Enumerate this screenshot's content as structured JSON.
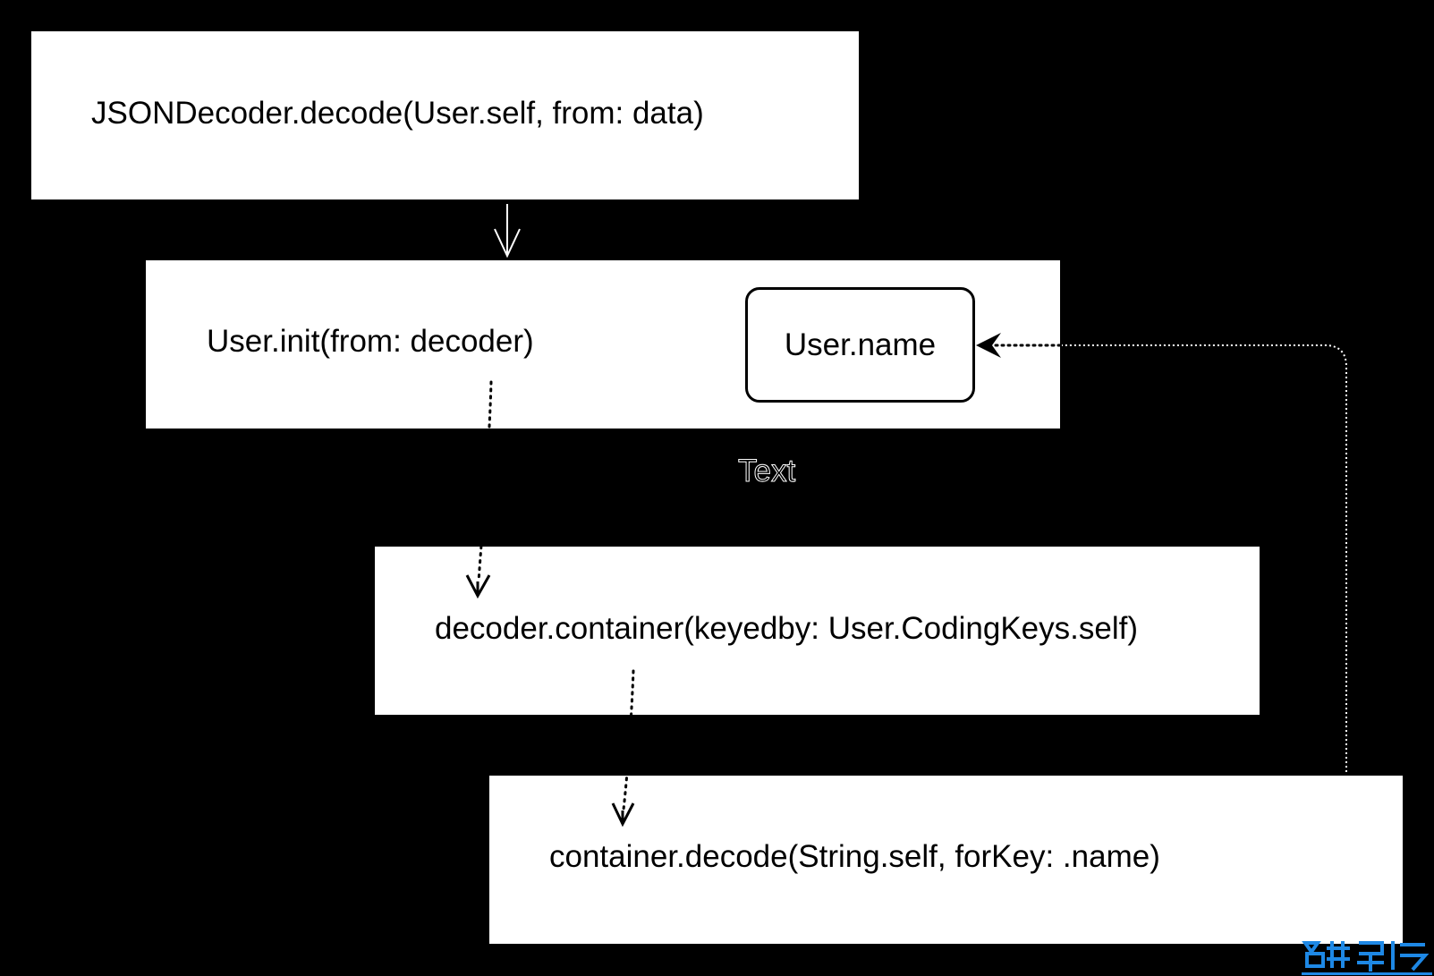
{
  "diagram": {
    "nodes": [
      {
        "id": "json-decoder-decode",
        "label": "JSONDecoder.decode(User.self, from: data)"
      },
      {
        "id": "user-init",
        "label": "User.init(from: decoder)"
      },
      {
        "id": "user-name",
        "label": "User.name"
      },
      {
        "id": "decoder-container",
        "label": "decoder.container(keyedby: User.CodingKeys.self)"
      },
      {
        "id": "container-decode",
        "label": "container.decode(String.self, forKey: .name)"
      }
    ],
    "edges": [
      {
        "from": "json-decoder-decode",
        "to": "user-init",
        "style": "solid"
      },
      {
        "from": "user-init",
        "to": "decoder-container",
        "style": "dotted"
      },
      {
        "from": "decoder-container",
        "to": "container-decode",
        "style": "dotted"
      },
      {
        "from": "container-decode",
        "to": "user-name",
        "style": "dotted"
      }
    ],
    "floating_text": "Text"
  },
  "colors": {
    "background": "#000000",
    "box_fill": "#ffffff",
    "text": "#000000",
    "watermark": "#1e88e5"
  }
}
